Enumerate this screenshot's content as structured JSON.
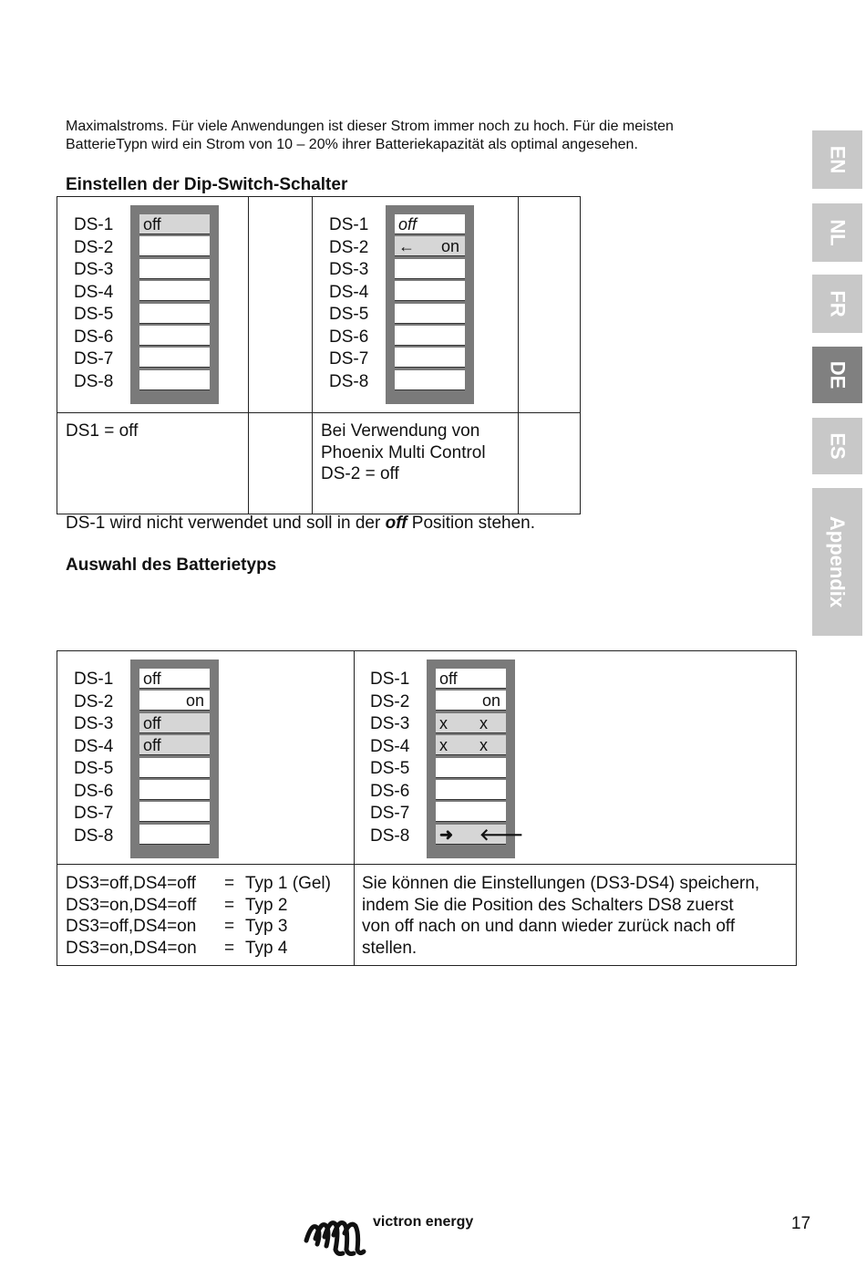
{
  "intro": "Maximalstroms. Für viele Anwendungen ist dieser Strom immer noch zu hoch. Für die meisten BatterieTypn wird ein Strom von 10 – 20% ihrer Batteriekapazität als optimal angesehen.",
  "heading_dip": "Einstellen der Dip-Switch-Schalter",
  "ds_labels": [
    "DS-1",
    "DS-2",
    "DS-3",
    "DS-4",
    "DS-5",
    "DS-6",
    "DS-7",
    "DS-8"
  ],
  "table1": {
    "left_switch": [
      "off",
      "",
      "",
      "",
      "",
      "",
      "",
      ""
    ],
    "right_switch": {
      "ds1": "off",
      "ds2_arrow": "←",
      "ds2_value": "on"
    },
    "left_note": "DS1 = off",
    "right_note": [
      "Bei Verwendung von",
      "Phoenix Multi Control",
      "DS-2 = off"
    ]
  },
  "note_off": {
    "before": "DS-1 wird nicht verwendet und soll in der ",
    "emph": "off",
    "after": " Position stehen."
  },
  "heading_battery": "Auswahl des Batterietyps",
  "table2": {
    "left_switch": {
      "ds1": "off",
      "ds2": "on",
      "ds3": "off",
      "ds4": "off"
    },
    "right_switch": {
      "ds1": "off",
      "ds2": "on",
      "ds3": [
        "x",
        "x"
      ],
      "ds4": [
        "x",
        "x"
      ],
      "ds8_left": "➜",
      "ds8_right": "🡐"
    },
    "types": [
      {
        "setting": "DS3=off,DS4=off",
        "eq": "=",
        "type": "Typ 1 (Gel)"
      },
      {
        "setting": "DS3=on,DS4=off",
        "eq": "=",
        "type": "Typ 2"
      },
      {
        "setting": "DS3=off,DS4=on",
        "eq": "=",
        "type": "Typ 3"
      },
      {
        "setting": "DS3=on,DS4=on",
        "eq": "=",
        "type": "Typ 4"
      }
    ],
    "right_note": [
      "Sie können die Einstellungen (DS3-DS4) speichern,",
      "indem Sie die Position des Schalters DS8 zuerst",
      "von off nach on und dann wieder zurück nach off",
      "stellen."
    ]
  },
  "tabs": [
    "EN",
    "NL",
    "FR",
    "DE",
    "ES",
    "Appendix"
  ],
  "active_tab": "DE",
  "logo": "victron energy",
  "page_number": "17"
}
